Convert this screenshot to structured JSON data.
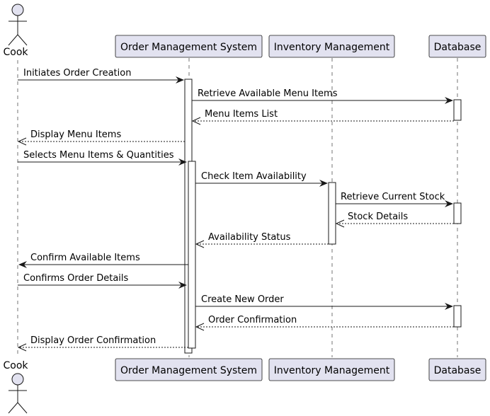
{
  "colors": {
    "participant_fill": "#E2E2F0",
    "participant_stroke": "#181818",
    "line": "#181818",
    "lifeline": "#181818",
    "activation_fill": "#FFFFFF",
    "background": "#FFFFFF"
  },
  "actor": {
    "name": "Cook"
  },
  "participants": [
    {
      "id": "oms",
      "label": "Order Management System"
    },
    {
      "id": "inv",
      "label": "Inventory Management"
    },
    {
      "id": "db",
      "label": "Database"
    }
  ],
  "messages": [
    {
      "from": "cook",
      "to": "oms",
      "label": "Initiates Order Creation",
      "type": "sync"
    },
    {
      "from": "oms",
      "to": "db",
      "label": "Retrieve Available Menu Items",
      "type": "sync"
    },
    {
      "from": "db",
      "to": "oms",
      "label": "Menu Items List",
      "type": "return"
    },
    {
      "from": "oms",
      "to": "cook",
      "label": "Display Menu Items",
      "type": "return"
    },
    {
      "from": "cook",
      "to": "oms",
      "label": "Selects Menu Items & Quantities",
      "type": "sync"
    },
    {
      "from": "oms",
      "to": "inv",
      "label": "Check Item Availability",
      "type": "sync"
    },
    {
      "from": "inv",
      "to": "db",
      "label": "Retrieve Current Stock",
      "type": "sync"
    },
    {
      "from": "db",
      "to": "inv",
      "label": "Stock Details",
      "type": "return"
    },
    {
      "from": "inv",
      "to": "oms",
      "label": "Availability Status",
      "type": "return"
    },
    {
      "from": "oms",
      "to": "cook",
      "label": "Confirm Available Items",
      "type": "sync"
    },
    {
      "from": "cook",
      "to": "oms",
      "label": "Confirms Order Details",
      "type": "sync"
    },
    {
      "from": "oms",
      "to": "db",
      "label": "Create New Order",
      "type": "sync"
    },
    {
      "from": "db",
      "to": "oms",
      "label": "Order Confirmation",
      "type": "return"
    },
    {
      "from": "oms",
      "to": "cook",
      "label": "Display Order Confirmation",
      "type": "return"
    }
  ]
}
